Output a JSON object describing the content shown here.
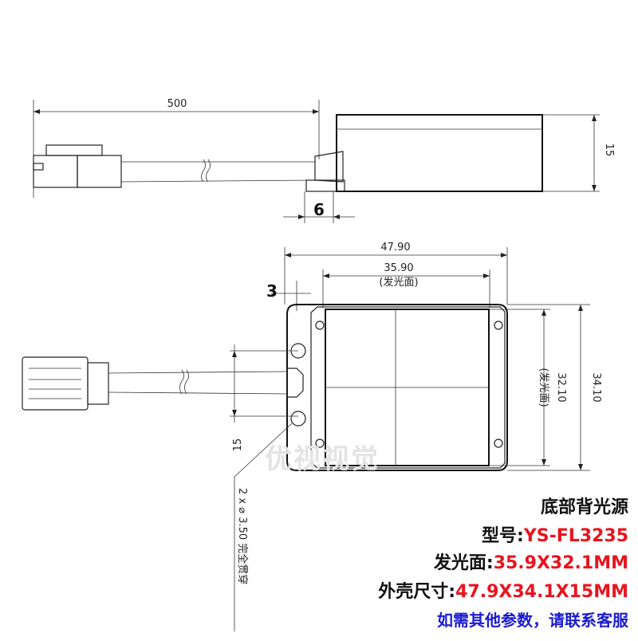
{
  "watermark": "优视视觉",
  "side_view": {
    "cable_length": "500",
    "height": "15",
    "cable_exit": "6"
  },
  "top_view": {
    "outer_width": "47.90",
    "emit_width": "35.90",
    "emit_width_note": "(发光面)",
    "edge_margin": "3",
    "emit_height": "32.10",
    "emit_height_note": "(发光面)",
    "outer_height": "34.10",
    "hole_spacing": "15",
    "hole_note": "2 x ⌀ 3.50 完全贯穿"
  },
  "info": {
    "title": "底部背光源",
    "model_label": "型号:",
    "model_value": "YS-FL3235",
    "emit_label": "发光面:",
    "emit_value": "35.9X32.1MM",
    "size_label": "外壳尺寸:",
    "size_value": "47.9X34.1X15MM",
    "contact": "如需其他参数，请联系客服"
  },
  "colors": {
    "accent_red": "#e8141e",
    "contact_blue": "#1a1ad2"
  }
}
